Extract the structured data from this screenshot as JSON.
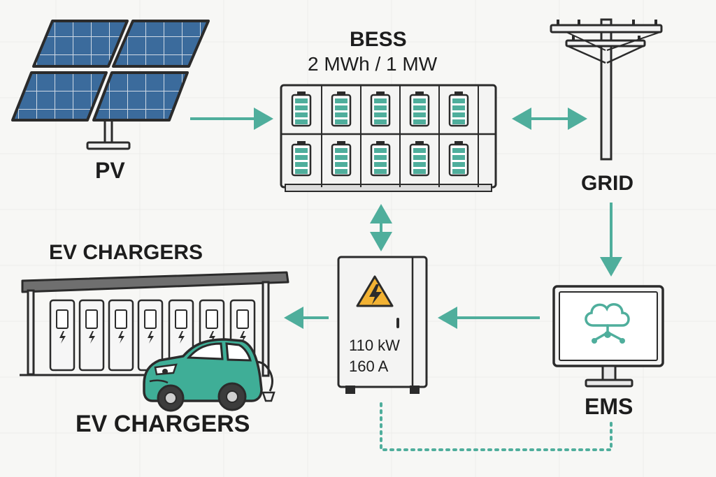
{
  "labels": {
    "pv": "PV",
    "bess_title": "BESS",
    "bess_spec": "2 MWh / 1 MW",
    "grid": "GRID",
    "ev_top": "EV CHARGERS",
    "ev_bottom": "EV CHARGERS",
    "ems": "EMS",
    "cabinet_power": "110 kW",
    "cabinet_current": "160 A"
  },
  "colors": {
    "accent": "#4fae9c",
    "outline": "#2b2b2b",
    "panel_blue": "#3b6b9c",
    "car": "#3fae97",
    "warning": "#f2b233"
  },
  "icons": [
    "solar-panel-icon",
    "battery-icon",
    "power-pole-icon",
    "charging-station-icon",
    "electric-car-icon",
    "high-voltage-warning-icon",
    "cloud-network-icon",
    "monitor-icon"
  ]
}
